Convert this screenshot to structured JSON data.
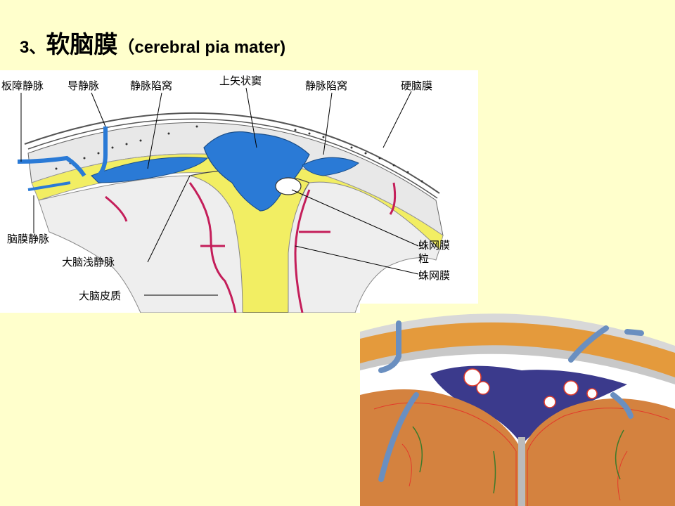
{
  "title": {
    "number": "3、",
    "chinese": "软脑膜",
    "english": "（cerebral pia mater)"
  },
  "diagram": {
    "labels": {
      "diploic_vein": "板障静脉",
      "emissary_vein": "导静脉",
      "venous_lacuna_left": "静脉陷窝",
      "superior_sagittal_sinus": "上矢状窦",
      "venous_lacuna_right": "静脉陷窝",
      "dura_mater": "硬脑膜",
      "meningeal_vein": "脑膜静脉",
      "superficial_cerebral_vein": "大脑浅静脉",
      "cerebral_cortex": "大脑皮质",
      "arachnoid_granulation_line1": "蛛网膜",
      "arachnoid_granulation_line2": "粒",
      "arachnoid": "蛛网膜"
    }
  },
  "colors": {
    "background": "#ffffcc",
    "venous_blue": "#2a7ad6",
    "dura_yellow": "#f2ee63",
    "artery_red": "#c41e5a"
  }
}
